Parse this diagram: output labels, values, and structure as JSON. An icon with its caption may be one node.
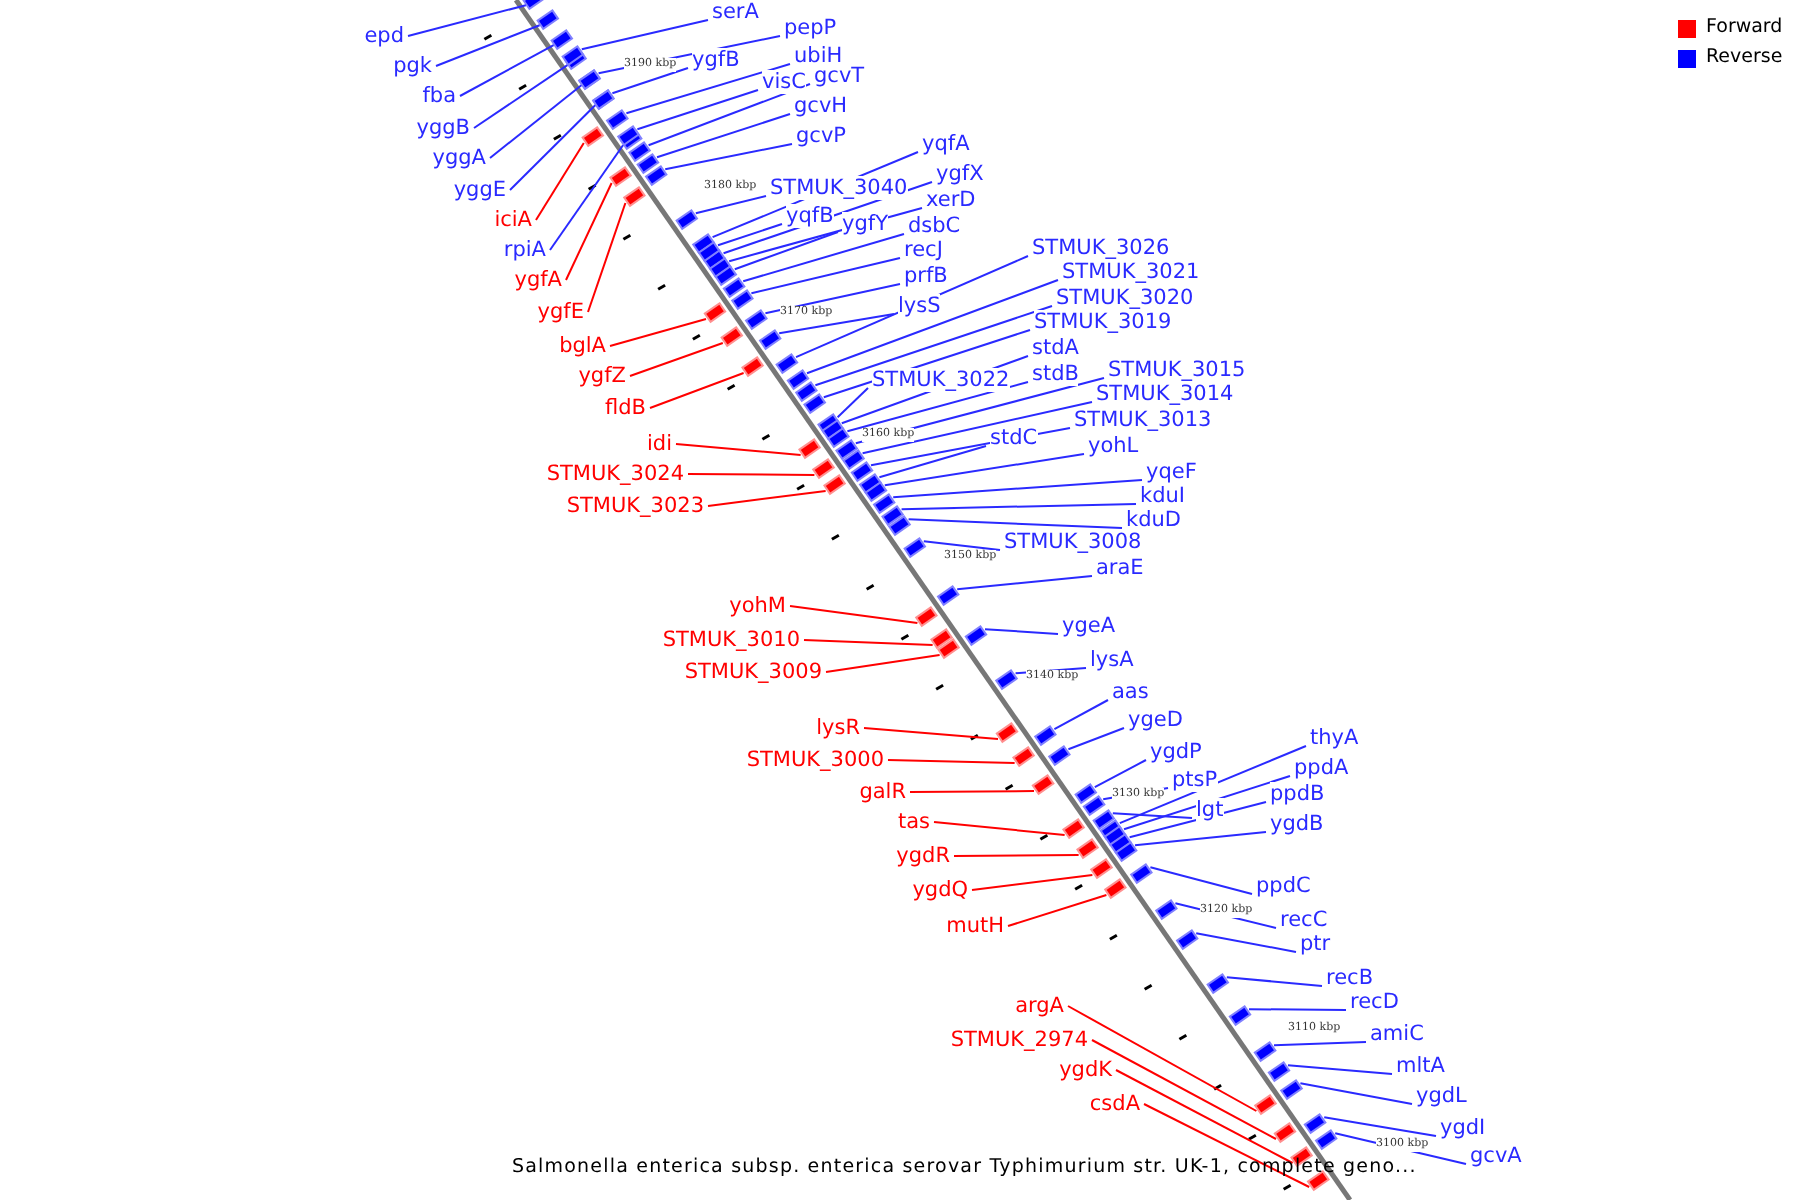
{
  "diagram": {
    "caption": "Salmonella enterica subsp. enterica serovar Typhimurium str. UK-1, complete geno...",
    "nodes": [
      {
        "text": [
          "epd"
        ]
      },
      {
        "text": [
          "pgk"
        ]
      },
      {
        "text": [
          "fba"
        ]
      },
      {
        "text": [
          "yggB"
        ]
      },
      {
        "text": [
          "yggA"
        ]
      },
      {
        "text": [
          "yggE"
        ]
      },
      {
        "text": [
          "iciA"
        ]
      },
      {
        "text": [
          "rpiA"
        ]
      },
      {
        "text": [
          "ygfA"
        ]
      },
      {
        "text": [
          "ygfE"
        ]
      },
      {
        "text": [
          "bglA"
        ]
      },
      {
        "text": [
          "ygfZ"
        ]
      },
      {
        "text": [
          "fldB"
        ]
      },
      {
        "text": [
          "idi"
        ]
      },
      {
        "text": [
          "STMUK_3024"
        ]
      },
      {
        "text": [
          "STMUK_3023"
        ]
      },
      {
        "text": [
          "yohM"
        ]
      },
      {
        "text": [
          "STMUK_3010"
        ]
      },
      {
        "text": [
          "STMUK_3009"
        ]
      },
      {
        "text": [
          "lysR"
        ]
      },
      {
        "text": [
          "STMUK_3000"
        ]
      },
      {
        "text": [
          "galR"
        ]
      },
      {
        "text": [
          "tas"
        ]
      },
      {
        "text": [
          "ygdR"
        ]
      },
      {
        "text": [
          "ygdQ"
        ]
      },
      {
        "text": [
          "mutH"
        ]
      },
      {
        "text": [
          "argA"
        ]
      },
      {
        "text": [
          "STMUK_2974"
        ]
      },
      {
        "text": [
          "ygdK"
        ]
      },
      {
        "text": [
          "csdA"
        ]
      },
      {
        "text": [
          "serA"
        ]
      },
      {
        "text": [
          "pepP"
        ]
      },
      {
        "text": [
          "ygfB"
        ]
      },
      {
        "text": [
          "ubiH"
        ]
      },
      {
        "text": [
          "visC"
        ]
      },
      {
        "text": [
          "gcvT"
        ]
      },
      {
        "text": [
          "gcvH"
        ]
      },
      {
        "text": [
          "gcvP"
        ]
      },
      {
        "text": [
          "yqfA"
        ]
      },
      {
        "text": [
          "STMUK_3040"
        ]
      },
      {
        "text": [
          "ygfX"
        ]
      },
      {
        "text": [
          "xerD"
        ]
      },
      {
        "text": [
          "yqfB"
        ]
      },
      {
        "text": [
          "ygfY"
        ]
      },
      {
        "text": [
          "dsbC"
        ]
      },
      {
        "text": [
          "recJ"
        ]
      },
      {
        "text": [
          "prfB"
        ]
      },
      {
        "text": [
          "lysS"
        ]
      },
      {
        "text": [
          "STMUK_3026"
        ]
      },
      {
        "text": [
          "STMUK_3021"
        ]
      },
      {
        "text": [
          "STMUK_3020"
        ]
      },
      {
        "text": [
          "STMUK_3019"
        ]
      },
      {
        "text": [
          "STMUK_3022"
        ]
      },
      {
        "text": [
          "stdA"
        ]
      },
      {
        "text": [
          "stdB"
        ]
      },
      {
        "text": [
          "STMUK_3015"
        ]
      },
      {
        "text": [
          "STMUK_3014"
        ]
      },
      {
        "text": [
          "stdC"
        ]
      },
      {
        "text": [
          "STMUK_3013"
        ]
      },
      {
        "text": [
          "yohL"
        ]
      },
      {
        "text": [
          "yqeF"
        ]
      },
      {
        "text": [
          "kduI"
        ]
      },
      {
        "text": [
          "kduD"
        ]
      },
      {
        "text": [
          "STMUK_3008"
        ]
      },
      {
        "text": [
          "araE"
        ]
      },
      {
        "text": [
          "ygeA"
        ]
      },
      {
        "text": [
          "lysA"
        ]
      },
      {
        "text": [
          "aas"
        ]
      },
      {
        "text": [
          "ygeD"
        ]
      },
      {
        "text": [
          "ygdP"
        ]
      },
      {
        "text": [
          "ptsP"
        ]
      },
      {
        "text": [
          "lgt"
        ]
      },
      {
        "text": [
          "thyA"
        ]
      },
      {
        "text": [
          "ppdA"
        ]
      },
      {
        "text": [
          "ppdB"
        ]
      },
      {
        "text": [
          "ygdB"
        ]
      },
      {
        "text": [
          "ppdC"
        ]
      },
      {
        "text": [
          "recC"
        ]
      },
      {
        "text": [
          "ptr"
        ]
      },
      {
        "text": [
          "recB"
        ]
      },
      {
        "text": [
          "recD"
        ]
      },
      {
        "text": [
          "amiC"
        ]
      },
      {
        "text": [
          "mltA"
        ]
      },
      {
        "text": [
          "ygdL"
        ]
      },
      {
        "text": [
          "ygdI"
        ]
      },
      {
        "text": [
          "gcvA"
        ]
      },
      {
        "text": [],
        "shape": "box"
      },
      {
        "text": [],
        "shape": "box"
      },
      {
        "text": [],
        "shape": "box"
      },
      {
        "text": [],
        "shape": "box"
      },
      {
        "text": [],
        "shape": "box"
      },
      {
        "text": [],
        "shape": "box"
      },
      {
        "text": [],
        "shape": "box"
      },
      {
        "text": [],
        "shape": "box"
      },
      {
        "text": [],
        "shape": "box"
      },
      {
        "text": [],
        "shape": "box"
      },
      {
        "text": [],
        "shape": "box"
      },
      {
        "text": [],
        "shape": "box"
      },
      {
        "text": [],
        "shape": "box"
      },
      {
        "text": [],
        "shape": "box"
      },
      {
        "text": [],
        "shape": "box"
      },
      {
        "text": [],
        "shape": "box"
      },
      {
        "text": [],
        "shape": "box"
      },
      {
        "text": [],
        "shape": "box"
      },
      {
        "text": [],
        "shape": "box"
      },
      {
        "text": [],
        "shape": "box"
      },
      {
        "text": [],
        "shape": "box"
      },
      {
        "text": [],
        "shape": "box"
      },
      {
        "text": [],
        "shape": "box"
      },
      {
        "text": [],
        "shape": "box"
      },
      {
        "text": [],
        "shape": "box"
      },
      {
        "text": [],
        "shape": "box"
      },
      {
        "text": [],
        "shape": "box"
      },
      {
        "text": [],
        "shape": "box"
      },
      {
        "text": [],
        "shape": "box"
      },
      {
        "text": [],
        "shape": "box"
      },
      {
        "text": [],
        "shape": "box"
      },
      {
        "text": [],
        "shape": "box"
      },
      {
        "text": [],
        "shape": "box"
      },
      {
        "text": [],
        "shape": "box"
      },
      {
        "text": [],
        "shape": "box"
      },
      {
        "text": [],
        "shape": "box"
      },
      {
        "text": [],
        "shape": "box"
      },
      {
        "text": [],
        "shape": "box"
      },
      {
        "text": [],
        "shape": "box"
      },
      {
        "text": [],
        "shape": "box"
      },
      {
        "text": [],
        "shape": "box"
      },
      {
        "text": [],
        "shape": "box"
      },
      {
        "text": [],
        "shape": "box"
      },
      {
        "text": [],
        "shape": "box"
      },
      {
        "text": [],
        "shape": "box"
      },
      {
        "text": [],
        "shape": "box"
      },
      {
        "text": [],
        "shape": "box"
      },
      {
        "text": [],
        "shape": "box"
      },
      {
        "text": [],
        "shape": "box"
      },
      {
        "text": [],
        "shape": "box"
      },
      {
        "text": [],
        "shape": "box"
      },
      {
        "text": [],
        "shape": "box"
      },
      {
        "text": [],
        "shape": "box"
      },
      {
        "text": [],
        "shape": "box"
      },
      {
        "text": [],
        "shape": "box"
      },
      {
        "text": [],
        "shape": "box"
      },
      {
        "text": [],
        "shape": "box"
      },
      {
        "text": [],
        "shape": "box"
      },
      {
        "text": [],
        "shape": "box"
      },
      {
        "text": [],
        "shape": "box"
      },
      {
        "text": [],
        "shape": "box"
      },
      {
        "text": [],
        "shape": "box"
      },
      {
        "text": [],
        "shape": "box"
      },
      {
        "text": [],
        "shape": "box"
      },
      {
        "text": [],
        "shape": "box"
      },
      {
        "text": [],
        "shape": "box"
      },
      {
        "text": [],
        "shape": "box"
      },
      {
        "text": [],
        "shape": "box"
      },
      {
        "text": [],
        "shape": "box"
      },
      {
        "text": [],
        "shape": "box"
      },
      {
        "text": [],
        "shape": "box"
      },
      {
        "text": [],
        "shape": "box"
      },
      {
        "text": [],
        "shape": "box"
      },
      {
        "text": [],
        "shape": "box"
      },
      {
        "text": [],
        "shape": "box"
      },
      {
        "text": [],
        "shape": "box"
      },
      {
        "text": [],
        "shape": "box"
      },
      {
        "text": [],
        "shape": "box"
      },
      {
        "text": [],
        "shape": "box"
      },
      {
        "text": [],
        "shape": "box"
      },
      {
        "text": [],
        "shape": "box"
      },
      {
        "text": [],
        "shape": "box"
      },
      {
        "text": [],
        "shape": "box"
      },
      {
        "text": [],
        "shape": "box"
      },
      {
        "text": [],
        "shape": "box"
      },
      {
        "text": [],
        "shape": "box"
      }
    ],
    "edges": [
      {
        "from": 0,
        "to": 86,
        "arrow": "none"
      },
      {
        "from": 1,
        "to": 87,
        "arrow": "none"
      },
      {
        "from": 2,
        "to": 88,
        "arrow": "none"
      },
      {
        "from": 3,
        "to": 89,
        "arrow": "none"
      },
      {
        "from": 4,
        "to": 90,
        "arrow": "none"
      },
      {
        "from": 5,
        "to": 91,
        "arrow": "none"
      },
      {
        "from": 6,
        "to": 92,
        "arrow": "none",
        "color": "#ff0000"
      },
      {
        "from": 7,
        "to": 93,
        "arrow": "none"
      },
      {
        "from": 8,
        "to": 94,
        "arrow": "none",
        "color": "#ff0000"
      },
      {
        "from": 9,
        "to": 95,
        "arrow": "none",
        "color": "#ff0000"
      },
      {
        "from": 10,
        "to": 96,
        "arrow": "none",
        "color": "#ff0000"
      },
      {
        "from": 11,
        "to": 97,
        "arrow": "none",
        "color": "#ff0000"
      },
      {
        "from": 12,
        "to": 98,
        "arrow": "none",
        "color": "#ff0000"
      },
      {
        "from": 13,
        "to": 99,
        "arrow": "none",
        "color": "#ff0000"
      },
      {
        "from": 14,
        "to": 100,
        "arrow": "none",
        "color": "#ff0000"
      },
      {
        "from": 15,
        "to": 101,
        "arrow": "none",
        "color": "#ff0000"
      },
      {
        "from": 16,
        "to": 102,
        "arrow": "none",
        "color": "#ff0000"
      },
      {
        "from": 17,
        "to": 103,
        "arrow": "none",
        "color": "#ff0000"
      },
      {
        "from": 18,
        "to": 104,
        "arrow": "none",
        "color": "#ff0000"
      },
      {
        "from": 19,
        "to": 105,
        "arrow": "none",
        "color": "#ff0000"
      },
      {
        "from": 20,
        "to": 106,
        "arrow": "none",
        "color": "#ff0000"
      },
      {
        "from": 21,
        "to": 107,
        "arrow": "none",
        "color": "#ff0000"
      },
      {
        "from": 22,
        "to": 108,
        "arrow": "none",
        "color": "#ff0000"
      },
      {
        "from": 23,
        "to": 109,
        "arrow": "none",
        "color": "#ff0000"
      },
      {
        "from": 24,
        "to": 110,
        "arrow": "none",
        "color": "#ff0000"
      },
      {
        "from": 25,
        "to": 111,
        "arrow": "none",
        "color": "#ff0000"
      },
      {
        "from": 26,
        "to": 112,
        "arrow": "none",
        "color": "#ff0000"
      },
      {
        "from": 27,
        "to": 113,
        "arrow": "none",
        "color": "#ff0000"
      },
      {
        "from": 28,
        "to": 114,
        "arrow": "none",
        "color": "#ff0000"
      },
      {
        "from": 29,
        "to": 115,
        "arrow": "none",
        "color": "#ff0000"
      },
      {
        "from": 30,
        "to": 116,
        "arrow": "none"
      },
      {
        "from": 31,
        "to": 117,
        "arrow": "none"
      },
      {
        "from": 32,
        "to": 118,
        "arrow": "none"
      },
      {
        "from": 33,
        "to": 119,
        "arrow": "none"
      },
      {
        "from": 34,
        "to": 120,
        "arrow": "none"
      },
      {
        "from": 35,
        "to": 121,
        "arrow": "none"
      },
      {
        "from": 36,
        "to": 122,
        "arrow": "none"
      },
      {
        "from": 37,
        "to": 123,
        "arrow": "none"
      },
      {
        "from": 38,
        "to": 124,
        "arrow": "none"
      },
      {
        "from": 39,
        "to": 125,
        "arrow": "none"
      },
      {
        "from": 40,
        "to": 126,
        "arrow": "none"
      },
      {
        "from": 41,
        "to": 127,
        "arrow": "none"
      },
      {
        "from": 42,
        "to": 128,
        "arrow": "none"
      },
      {
        "from": 43,
        "to": 129,
        "arrow": "none"
      },
      {
        "from": 44,
        "to": 130,
        "arrow": "none"
      },
      {
        "from": 45,
        "to": 131,
        "arrow": "none"
      },
      {
        "from": 46,
        "to": 132,
        "arrow": "none"
      },
      {
        "from": 47,
        "to": 133,
        "arrow": "none"
      },
      {
        "from": 48,
        "to": 134,
        "arrow": "none"
      },
      {
        "from": 49,
        "to": 135,
        "arrow": "none"
      },
      {
        "from": 50,
        "to": 136,
        "arrow": "none"
      },
      {
        "from": 51,
        "to": 137,
        "arrow": "none"
      },
      {
        "from": 52,
        "to": 138,
        "arrow": "none"
      },
      {
        "from": 53,
        "to": 139,
        "arrow": "none"
      },
      {
        "from": 54,
        "to": 140,
        "arrow": "none"
      },
      {
        "from": 55,
        "to": 141,
        "arrow": "none"
      },
      {
        "from": 56,
        "to": 142,
        "arrow": "none"
      },
      {
        "from": 57,
        "to": 143,
        "arrow": "none"
      },
      {
        "from": 58,
        "to": 144,
        "arrow": "none"
      },
      {
        "from": 59,
        "to": 145,
        "arrow": "none"
      },
      {
        "from": 60,
        "to": 146,
        "arrow": "none"
      },
      {
        "from": 61,
        "to": 147,
        "arrow": "none"
      },
      {
        "from": 62,
        "to": 148,
        "arrow": "none"
      },
      {
        "from": 63,
        "to": 149,
        "arrow": "none"
      },
      {
        "from": 64,
        "to": 150,
        "arrow": "none"
      },
      {
        "from": 65,
        "to": 151,
        "arrow": "none"
      },
      {
        "from": 66,
        "to": 152,
        "arrow": "none"
      },
      {
        "from": 67,
        "to": 153,
        "arrow": "none"
      },
      {
        "from": 68,
        "to": 154,
        "arrow": "none"
      },
      {
        "from": 69,
        "to": 155,
        "arrow": "none"
      },
      {
        "from": 70,
        "to": 156,
        "arrow": "none"
      },
      {
        "from": 71,
        "to": 157,
        "arrow": "none"
      },
      {
        "from": 72,
        "to": 158,
        "arrow": "none"
      },
      {
        "from": 73,
        "to": 159,
        "arrow": "none"
      },
      {
        "from": 74,
        "to": 160,
        "arrow": "none"
      },
      {
        "from": 75,
        "to": 161,
        "arrow": "none"
      },
      {
        "from": 76,
        "to": 162,
        "arrow": "none"
      },
      {
        "from": 77,
        "to": 163,
        "arrow": "none"
      },
      {
        "from": 78,
        "to": 164,
        "arrow": "none"
      },
      {
        "from": 79,
        "to": 165,
        "arrow": "none"
      },
      {
        "from": 80,
        "to": 166,
        "arrow": "none"
      },
      {
        "from": 81,
        "to": 167,
        "arrow": "none"
      },
      {
        "from": 82,
        "to": 168,
        "arrow": "none"
      },
      {
        "from": 83,
        "to": 169,
        "arrow": "none"
      },
      {
        "from": 84,
        "to": 170,
        "arrow": "none"
      },
      {
        "from": 85,
        "to": 171,
        "arrow": "none"
      }
    ],
    "labels": [
      "3190 kbp",
      "3180 kbp",
      "3170 kbp",
      "3160 kbp",
      "3150 kbp",
      "3140 kbp",
      "3130 kbp",
      "3120 kbp",
      "3110 kbp",
      "3100 kbp"
    ],
    "legend": [
      {
        "text": "Forward",
        "color": "#ff0000"
      },
      {
        "text": "Reverse",
        "color": "#0000ff"
      }
    ]
  }
}
